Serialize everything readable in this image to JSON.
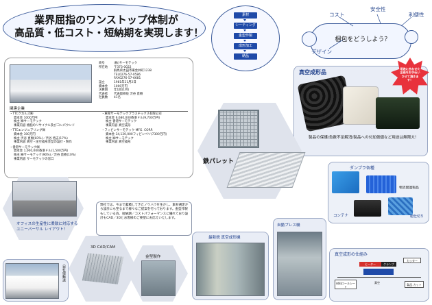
{
  "headline": {
    "line1": "業界屈指のワンストップ体制が",
    "line2": "高品質・低コスト・短納期を実現します！"
  },
  "flow": [
    "素材",
    "シーティング",
    "金型作製",
    "成形加工",
    "納品"
  ],
  "packaging": {
    "question": "梱包をどうしよう？",
    "keywords": [
      "コスト",
      "安全性",
      "利便性",
      "デザイン"
    ]
  },
  "company": {
    "rows": [
      {
        "label": "商号",
        "value": "(株)サーモテック"
      },
      {
        "label": "所在地",
        "value": "〒373-0022"
      },
      {
        "label": "",
        "value": "群馬県太田市東金井町1238"
      },
      {
        "label": "",
        "value": "TEL0276-57-0586"
      },
      {
        "label": "",
        "value": "FAX0276-57-6681"
      },
      {
        "label": "設立",
        "value": "1981年11月2日"
      },
      {
        "label": "資本金",
        "value": "1000万円"
      },
      {
        "label": "決算期",
        "value": "年1回(1月)"
      },
      {
        "label": "代表者",
        "value": "代表取締役  渋谷 直樹"
      },
      {
        "label": "社員数",
        "value": "41名"
      }
    ],
    "related_title": "関連企業",
    "related_left": [
      "・TTCクカルズ㈱",
      "資本金    1000万円",
      "株主      ㈱サーモテック",
      "事業内容  樹脂のリサイクル及びコンパウンド",
      "・TTCエンジニアリング㈱",
      "資本金    300万円",
      "株主      渋谷 直樹(83%)／渋谷 悟志(17%)",
      "事業内容  真空・圧空成形金型の設計・製作",
      "・香港サーモテック㈱",
      "資本金    1,000,000香港ドル(1,500万円)",
      "株主      ㈱サーモテック(90%)／渋谷 直樹(10%)",
      "事業内容  サーモテックの窓口"
    ],
    "related_right": [
      "・東莞サーモテックプラスチックス有限公司",
      "資本金    6,680,000香港ドル(9,700万円)",
      "株主      香港サーモテック",
      "事業内容  真空成形",
      "・フィビンサーモテック MFG. CORP.",
      "資本金    34,120,000フィピンペソ(7300万円)",
      "株主      ㈱サーモテック",
      "事業内容  真空成形"
    ]
  },
  "vacuum": {
    "title": "真空成形品",
    "starburst": "用途に合わせた企画をお手伝いさせて頂きます！",
    "desc": "製品の保護/負数不足解消/製品への付加価値など用途は無限大！"
  },
  "pallet": {
    "title": "鉄パレット"
  },
  "products": {
    "title": "ダンプラ各種",
    "label1": "物流関連製品",
    "label2": "コンテナ",
    "label3": "組仕切り"
  },
  "office": {
    "caption": "オフィスの生産性に柔軟に対応するユニーバーサル  レイアウト！"
  },
  "speech": {
    "text": "弊社では、今まで蓄積してきたノウハウを生かし、素材選定から設計にも至るまで様々なご提案を行っております。金型作製もしている為、短納期／コストパフォーマンスに優れており設計もCAD／3Dとお客様のご要望にお応えいたします。"
  },
  "cad": {
    "title": "3D  CAD/CAM",
    "mold": "金型製作"
  },
  "truck": {
    "label": "自社便輸送"
  },
  "latest": {
    "title": "最新鋭  真空成形機"
  },
  "press": {
    "title": "自動プレス機"
  },
  "mechanism": {
    "title": "真空成形の仕組み",
    "heater": "ヒーター",
    "clamp": "クランプ",
    "cutter": "カッター",
    "sheet": "材料ロールシート",
    "vacuum_label": "真空",
    "product_out": "製品 カット"
  },
  "colors": {
    "accent": "#1f4aa8",
    "panel": "#e9edf6",
    "star": "#e8323c"
  }
}
